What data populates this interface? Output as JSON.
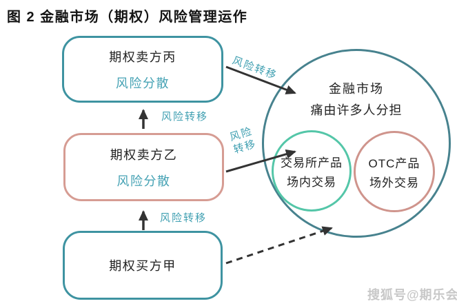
{
  "title": "图 2 金融市场（期权）风险管理运作",
  "flow_boxes": [
    {
      "name": "期权卖方丙",
      "sub": "风险分散"
    },
    {
      "name": "期权卖方乙",
      "sub": "风险分散"
    },
    {
      "name": "期权买方甲"
    }
  ],
  "market": {
    "line1": "金融市场",
    "line2": "痛由许多人分担"
  },
  "exchange_circle": {
    "line1": "交易所产品",
    "line2": "场内交易"
  },
  "otc_circle": {
    "line1": "OTC产品",
    "line2": "场外交易"
  },
  "labels": {
    "transfer_up_1": "风险转移",
    "transfer_up_2": "风险转移",
    "transfer_diag_top": "风险转移",
    "transfer_diag_mid_l1": "风险",
    "transfer_diag_mid_l2": "转移"
  },
  "watermark": "搜狐号@期乐会",
  "colors": {
    "teal_border": "#3e93a1",
    "salmon_border": "#d69c93",
    "big_circle_border": "#47828e",
    "mint_border": "#54c6a8",
    "otc_border": "#cf948c",
    "teal_text": "#45a2b4",
    "arrow": "#333333",
    "watermark_gray": "#c8c8c8"
  }
}
